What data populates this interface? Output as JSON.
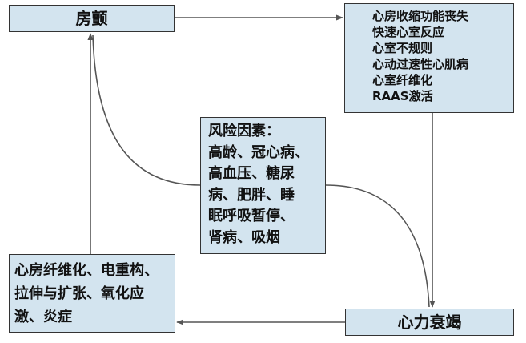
{
  "nodes": {
    "af": {
      "label": "房颤"
    },
    "consequences": {
      "lines": [
        "心房收缩功能丧失",
        "快速心室反应",
        "心室不规则",
        "心动过速性心肌病",
        "心室纤维化",
        "RAAS激活"
      ]
    },
    "risk": {
      "lines": [
        "风险因素：",
        "高龄、冠心病、",
        "高血压、糖尿",
        "病、肥胖、睡",
        "眠呼吸暂停、",
        "肾病、吸烟"
      ]
    },
    "remodel": {
      "lines": [
        "心房纤维化、电重构、",
        "拉伸与扩张、氧化应",
        "激、炎症"
      ]
    },
    "hf": {
      "label": "心力衰竭"
    }
  },
  "colors": {
    "box_fill": "#d3e4ef",
    "box_border": "#333333",
    "arrow": "#555555"
  }
}
